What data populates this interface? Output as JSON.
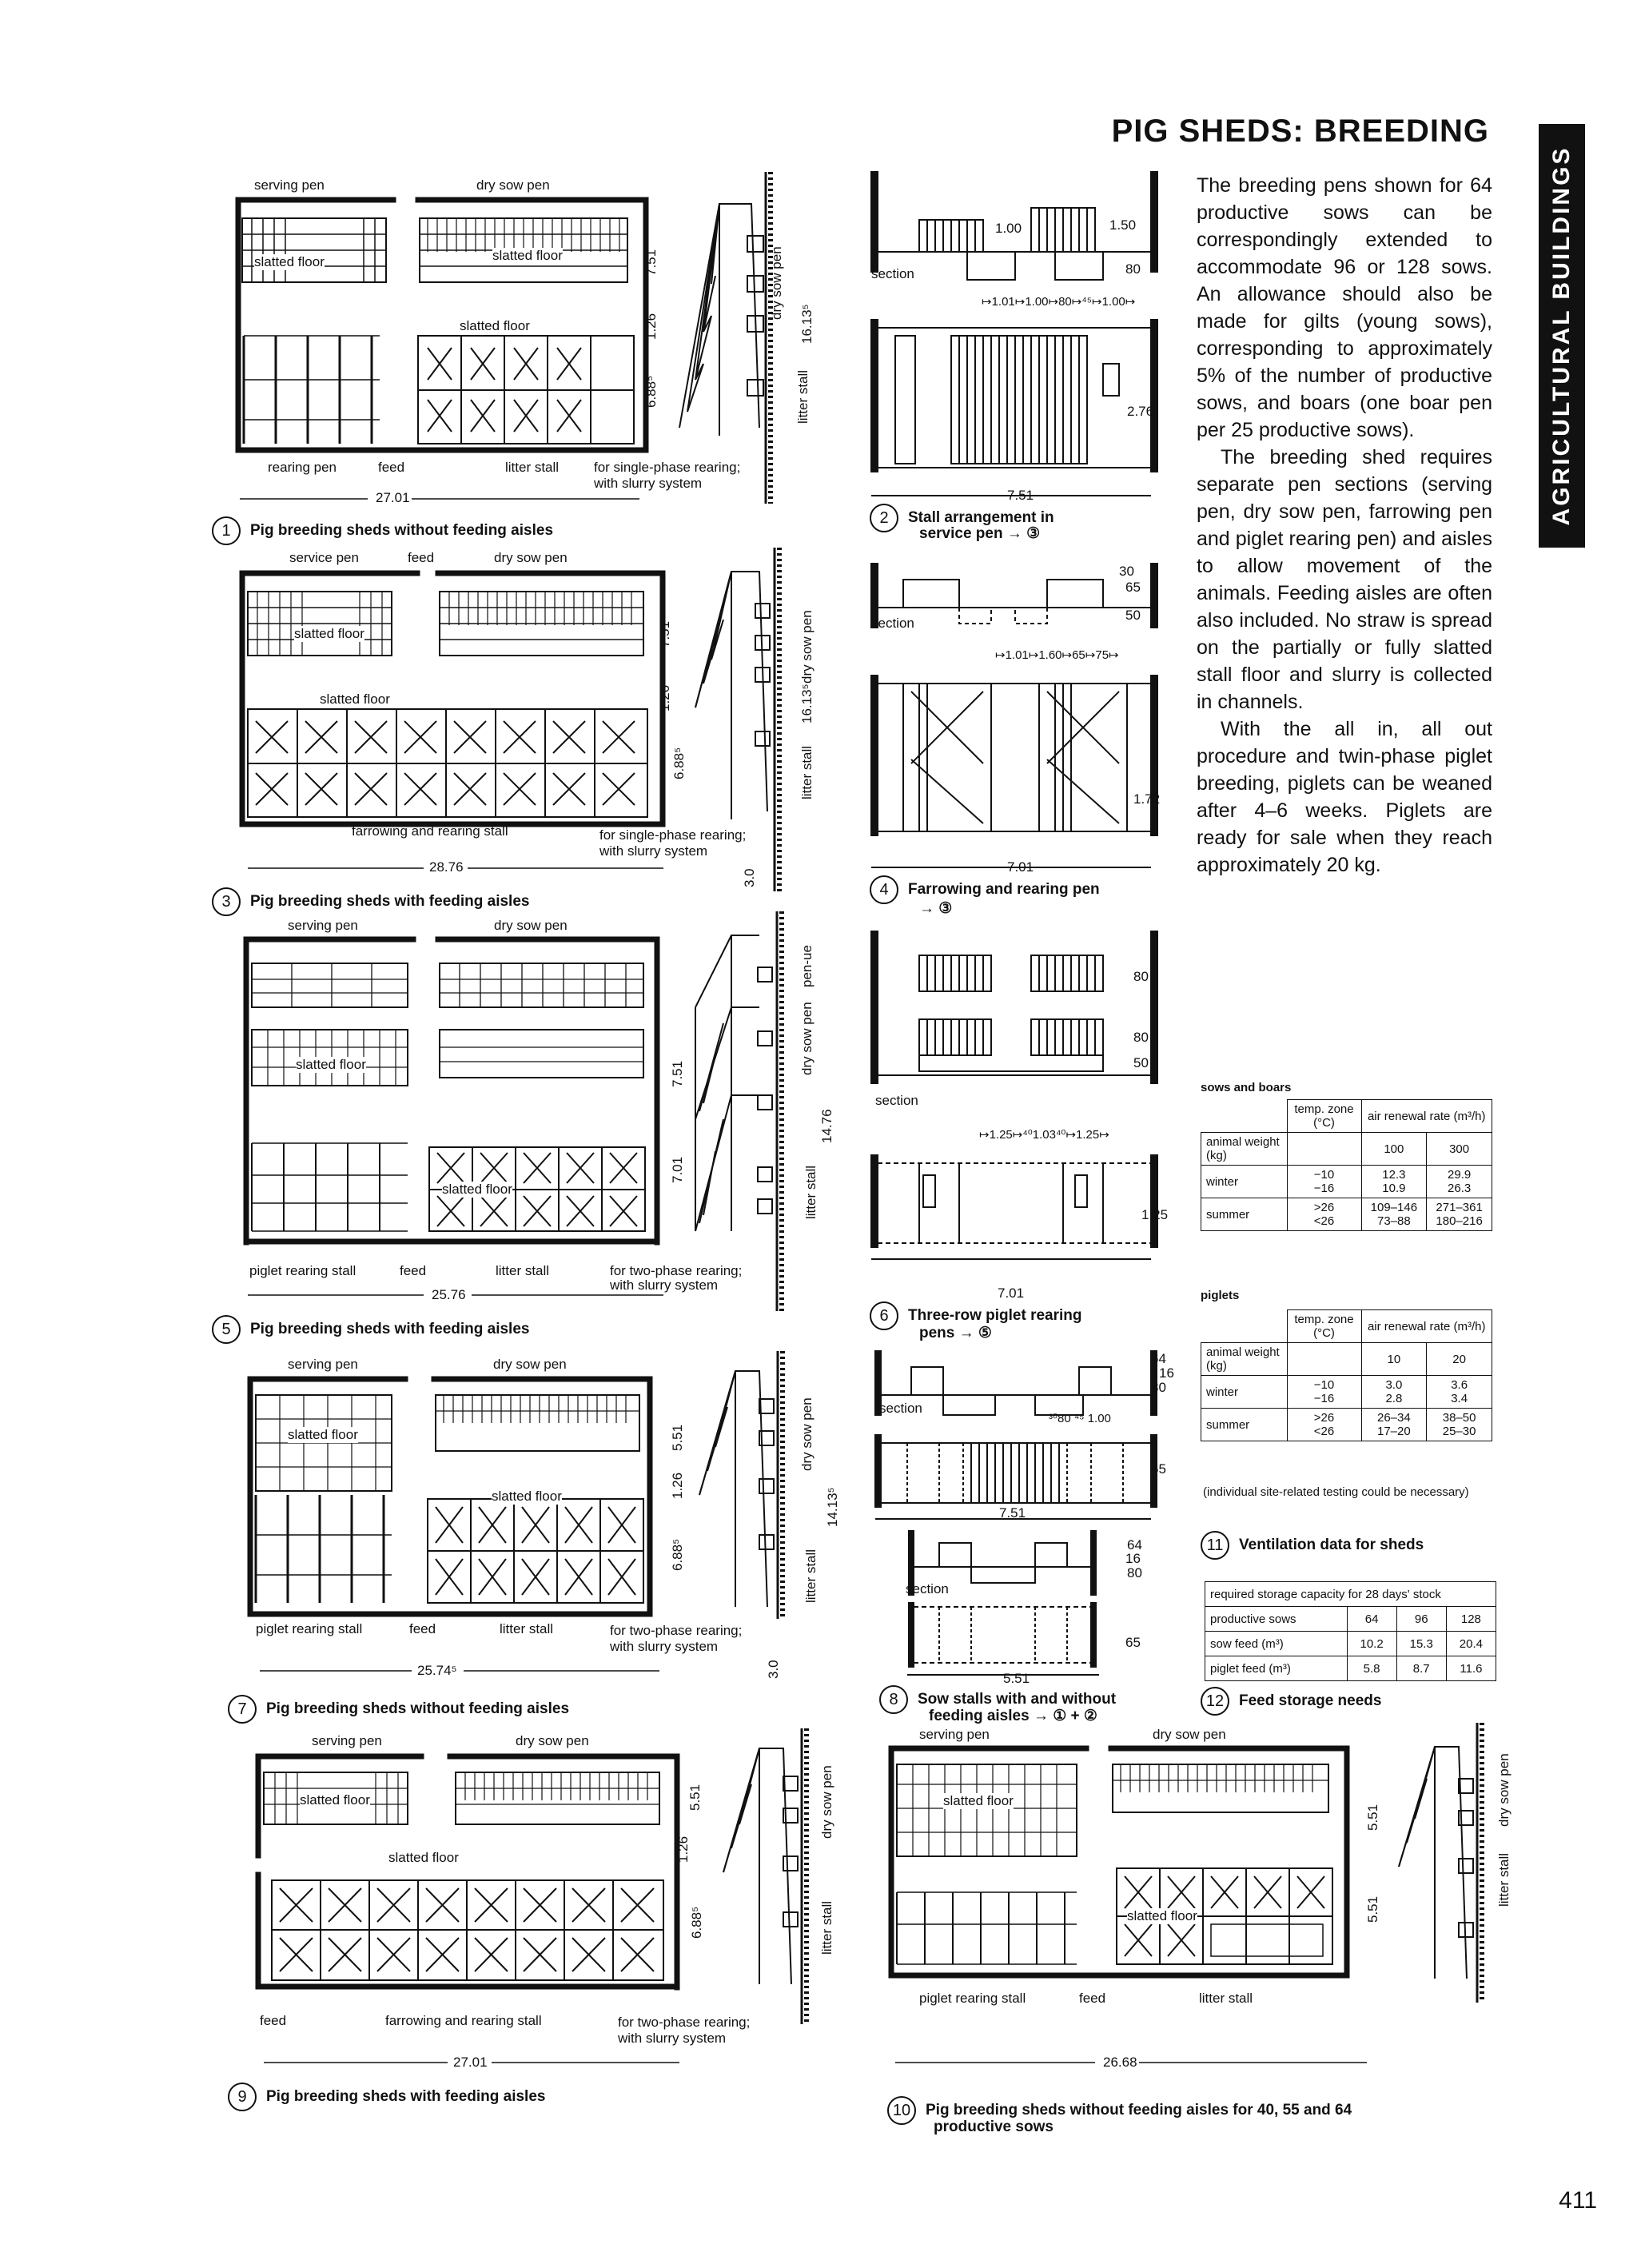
{
  "header": {
    "title": "PIG SHEDS: BREEDING",
    "sidebar": "AGRICULTURAL BUILDINGS",
    "page_number": "411"
  },
  "intro": {
    "p1": "The breeding pens shown for 64 productive sows can be correspondingly extended to accommodate 96 or 128 sows. An allowance should also be made for gilts (young sows), corresponding to approximately 5% of the number of productive sows, and boars (one boar pen per 25 productive sows).",
    "p2": "The breeding shed requires separate pen sections (serving pen, dry sow pen, farrowing pen and piglet rearing pen) and aisles to allow movement of the animals. Feeding aisles are often also included. No straw is spread on the partially or fully slatted stall floor and slurry is collected in channels.",
    "p3": "With the all in, all out procedure and twin-phase piglet breeding, piglets can be weaned after 4–6 weeks. Piglets are ready for sale when they reach approximately 20 kg."
  },
  "figures": {
    "f1": {
      "num": "1",
      "caption": "Pig breeding sheds without feeding aisles",
      "serving": "serving pen",
      "dry": "dry sow pen",
      "slatted": "slatted floor",
      "rearing": "rearing pen",
      "feed": "feed",
      "litter": "litter stall",
      "note1": "for single-phase rearing;",
      "note2": "with slurry system",
      "dim_w": "27.01",
      "d1": "7.51",
      "d2": "1.26",
      "d3": "6.88⁵",
      "d4": "16.13⁵",
      "vdry": "dry sow pen",
      "vlitter": "litter stall"
    },
    "f2": {
      "num": "2",
      "caption1": "Stall arrangement in",
      "caption2": "service pen → ③",
      "section": "section",
      "d100": "1.00",
      "d150": "1.50",
      "d80": "80",
      "row": "↦1.01↦1.00↦80↦⁴⁵↦1.00↦",
      "d276": "2.76",
      "d751": "7.51"
    },
    "f3": {
      "num": "3",
      "caption": "Pig breeding sheds with feeding aisles",
      "service": "service pen",
      "feed": "feed",
      "dry": "dry sow pen",
      "slatted": "slatted floor",
      "farrow": "farrowing and rearing stall",
      "note1": "for single-phase rearing;",
      "note2": "with slurry system",
      "dim_w": "28.76",
      "d1": "7.51",
      "d2": "1.26",
      "d3": "6.88⁵",
      "d4": "16.13⁵",
      "vdry": "dry sow pen",
      "vlitter": "litter stall",
      "d30": "3.0"
    },
    "f4": {
      "num": "4",
      "caption1": "Farrowing and rearing pen",
      "caption2": "→ ③",
      "section": "section",
      "d30": "30",
      "d65": "65",
      "d50": "50",
      "row": "↦1.01↦1.60↦65↦75↦",
      "d172": "1.72",
      "d701": "7.01"
    },
    "f5": {
      "num": "5",
      "caption": "Pig breeding sheds with feeding aisles",
      "serving": "serving pen",
      "dry": "dry sow pen",
      "slatted": "slatted floor",
      "piglet": "piglet rearing stall",
      "feed": "feed",
      "litter": "litter stall",
      "note1": "for two-phase rearing;",
      "note2": "with slurry system",
      "dim_w": "25.76",
      "d1": "7.51",
      "d2": "7.01",
      "d3": "14.76",
      "vdry": "dry sow pen",
      "vlitter": "litter stall",
      "vpen": "pen-ue"
    },
    "f6": {
      "num": "6",
      "caption1": "Three-row piglet rearing",
      "caption2": "pens → ⑤",
      "section": "section",
      "d80": "80",
      "d80b": "80",
      "d50": "50",
      "row": "↦1.25↦⁴⁰1.03⁴⁰↦1.25↦",
      "d125": "1.25",
      "d701": "7.01"
    },
    "f7": {
      "num": "7",
      "caption": "Pig breeding sheds without feeding aisles",
      "serving": "serving pen",
      "dry": "dry sow pen",
      "slatted": "slatted floor",
      "piglet": "piglet rearing stall",
      "feed": "feed",
      "litter": "litter stall",
      "note1": "for two-phase rearing;",
      "note2": "with slurry system",
      "dim_w": "25.74⁵",
      "d1": "5.51",
      "d2": "1.26",
      "d3": "6.88⁵",
      "d4": "14.13⁵",
      "vdry": "dry sow pen",
      "vlitter": "litter stall",
      "d30": "3.0"
    },
    "f8": {
      "num": "8",
      "caption1": "Sow stalls with and without",
      "caption2": "feeding aisles → ① + ②",
      "section": "section",
      "d64": "64",
      "d16": "16",
      "d80": "80",
      "row": "³⁰80 ⁴⁵ 1.00",
      "d65": "65",
      "d751": "7.51",
      "section2": "section",
      "d64b": "64",
      "d16b": "16",
      "d80b": "80",
      "d65b": "65",
      "d551": "5.51"
    },
    "f9": {
      "num": "9",
      "caption": "Pig breeding sheds with feeding aisles",
      "serving": "serving pen",
      "dry": "dry sow pen",
      "slatted": "slatted floor",
      "feed": "feed",
      "farrow": "farrowing and rearing stall",
      "note1": "for two-phase rearing;",
      "note2": "with slurry system",
      "dim_w": "27.01",
      "d1": "5.51",
      "d2": "1.26",
      "d3": "6.88⁵",
      "vdry": "dry sow pen",
      "vlitter": "litter stall"
    },
    "f10": {
      "num": "10",
      "caption1": "Pig breeding sheds without feeding aisles for 40, 55 and 64",
      "caption2": "productive sows",
      "serving": "serving pen",
      "dry": "dry sow pen",
      "slatted": "slatted floor",
      "piglet": "piglet rearing stall",
      "feed": "feed",
      "litter": "litter stall",
      "dim_w": "26.68",
      "d1": "5.51",
      "d2": "5.51",
      "vdry": "dry sow pen",
      "vlitter": "litter stall"
    }
  },
  "table_sows": {
    "heading": "sows and boars",
    "h_temp": "temp. zone (°C)",
    "h_air": "air renewal rate (m³/h)",
    "h_weight": "animal weight (kg)",
    "w1": "100",
    "w2": "300",
    "winter": "winter",
    "w_t": "−10\n−16",
    "w_a": "12.3\n10.9",
    "w_b": "29.9\n26.3",
    "summer": "summer",
    "s_t": ">26\n<26",
    "s_a": "109–146\n73–88",
    "s_b": "271–361\n180–216"
  },
  "table_piglets": {
    "heading": "piglets",
    "h_temp": "temp. zone (°C)",
    "h_air": "air renewal rate (m³/h)",
    "h_weight": "animal weight (kg)",
    "w1": "10",
    "w2": "20",
    "winter": "winter",
    "w_t": "−10\n−16",
    "w_a": "3.0\n2.8",
    "w_b": "3.6\n3.4",
    "summer": "summer",
    "s_t": ">26\n<26",
    "s_a": "26–34\n17–20",
    "s_b": "38–50\n25–30",
    "note": "(individual site-related testing could be necessary)"
  },
  "fig11": {
    "num": "11",
    "caption": "Ventilation data for sheds"
  },
  "table_storage": {
    "title": "required storage capacity for 28 days' stock",
    "r1": "productive sows",
    "r1a": "64",
    "r1b": "96",
    "r1c": "128",
    "r2": "sow feed (m³)",
    "r2a": "10.2",
    "r2b": "15.3",
    "r2c": "20.4",
    "r3": "piglet feed (m³)",
    "r3a": "5.8",
    "r3b": "8.7",
    "r3c": "11.6"
  },
  "fig12": {
    "num": "12",
    "caption": "Feed storage needs"
  }
}
